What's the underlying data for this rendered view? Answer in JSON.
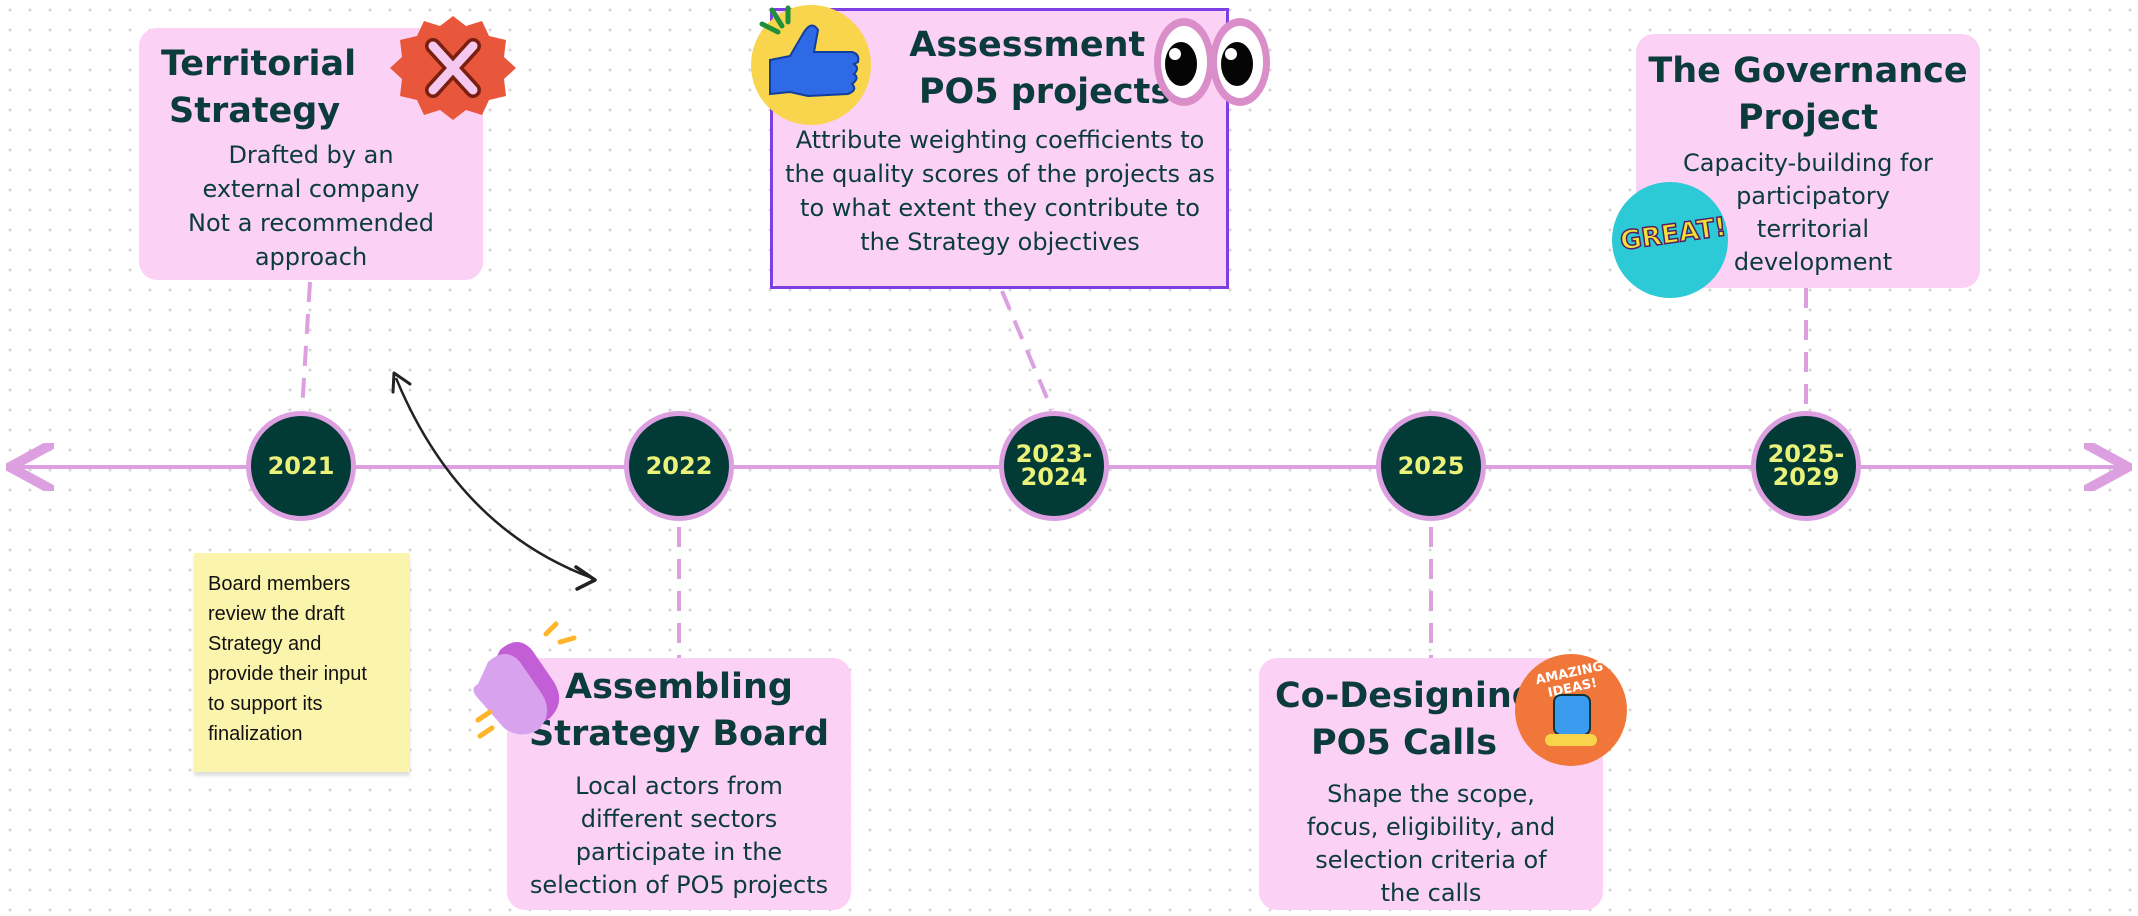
{
  "timeline": {
    "nodes": [
      {
        "label": "2021"
      },
      {
        "label": "2022"
      },
      {
        "label": "2023-\n2024"
      },
      {
        "label": "2025"
      },
      {
        "label": "2025-\n2029"
      }
    ]
  },
  "cards": {
    "territorial": {
      "title_line1": "Territorial",
      "title_line2": "Strategy",
      "desc": [
        "Drafted by an",
        "external company",
        "Not a recommended",
        "approach"
      ]
    },
    "assessment": {
      "title_line1": "Assessment of",
      "title_line2": "PO5 projects",
      "desc": [
        "Attribute weighting coefficients to",
        "the quality scores of the projects as",
        "to what extent they contribute to",
        "the Strategy objectives"
      ]
    },
    "governance": {
      "title_line1": "The Governance",
      "title_line2": "Project",
      "desc": [
        "Capacity-building for",
        "participatory",
        "territorial",
        "development"
      ]
    },
    "assembling": {
      "title_line1": "Assembling",
      "title_line2": "Strategy Board",
      "desc": [
        "Local actors from",
        "different sectors",
        "participate in the",
        "selection of PO5 projects"
      ]
    },
    "codesigning": {
      "title_line1": "Co-Designing",
      "title_line2": "PO5 Calls",
      "desc": [
        "Shape the scope,",
        "focus, eligibility, and",
        "selection criteria of",
        "the calls"
      ]
    }
  },
  "sticky_note": {
    "lines": [
      "Board members",
      "review the draft",
      "Strategy and",
      "provide their input",
      "to support its",
      "finalization"
    ]
  },
  "stickers": {
    "great_text": "GREAT!",
    "amazing_text": "AMAZING IDEAS!"
  },
  "colors": {
    "card_bg": "#fcd1f6",
    "node_bg": "#023a36",
    "node_text": "#eaf27a",
    "line": "#dca0e0",
    "title_text": "#0b3b3b",
    "selection": "#7b3fe4",
    "sticky": "#fbf4ad"
  }
}
